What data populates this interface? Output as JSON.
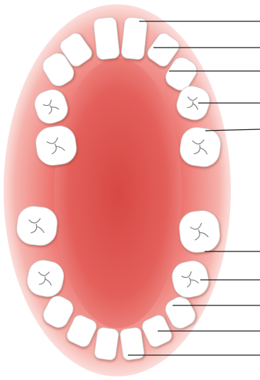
{
  "diagram": {
    "subject": "tooth-chart",
    "arch_count": 2,
    "teeth_per_arch": 10,
    "pointer_line_count": 10,
    "colors": {
      "background": "#ffffff",
      "gum_outer": "#f6b7b2",
      "gum_mid": "#ee6f6a",
      "palate_center": "#d94b45",
      "tooth_fill": "#ffffff",
      "tooth_stroke": "#c8c8c8",
      "crease": "#7d7d7d",
      "pointer_line": "#1a1a1a"
    }
  }
}
